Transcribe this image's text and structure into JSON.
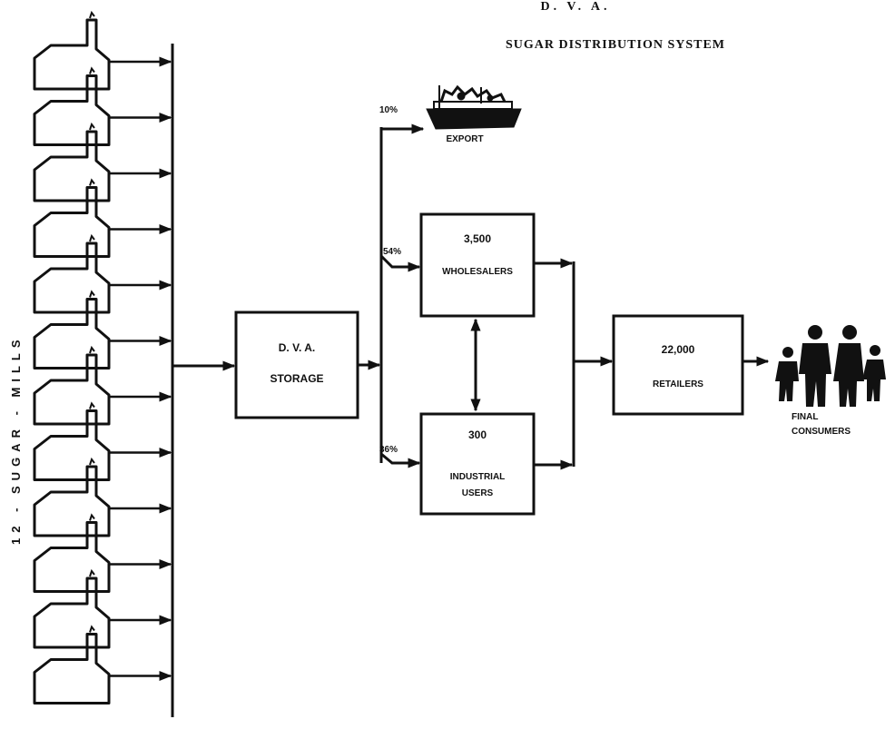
{
  "header": {
    "title_line1": "D.     V.     A.",
    "title_line2": "SUGAR DISTRIBUTION SYSTEM"
  },
  "mills": {
    "side_label": "12 - SUGAR - MILLS",
    "count": 12,
    "icon": "factory-icon"
  },
  "storage": {
    "line1": "D. V. A.",
    "line2": "STORAGE"
  },
  "export": {
    "label": "EXPORT",
    "percent": "10%",
    "icon": "cargo-ship-icon"
  },
  "wholesalers": {
    "number": "3,500",
    "label": "WHOLESALERS",
    "percent": "54%"
  },
  "industrial": {
    "number": "300",
    "label1": "INDUSTRIAL",
    "label2": "USERS",
    "percent": "36%"
  },
  "retailers": {
    "number": "22,000",
    "label": "RETAILERS"
  },
  "consumers": {
    "label1": "FINAL",
    "label2": "CONSUMERS",
    "icon": "family-people-icon"
  },
  "colors": {
    "ink": "#111111",
    "background": "#ffffff"
  }
}
